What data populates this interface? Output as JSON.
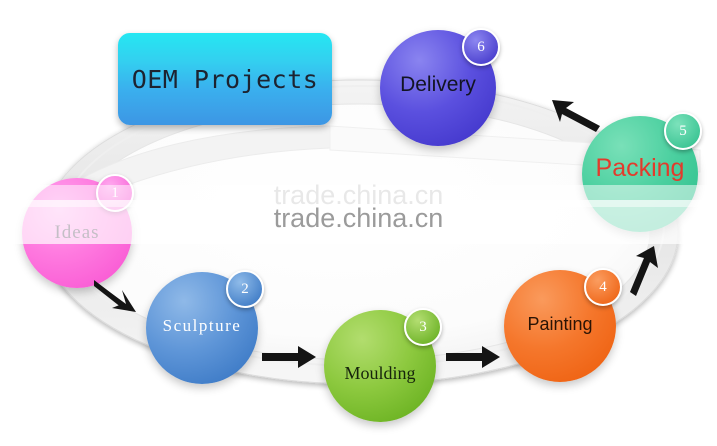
{
  "banner": {
    "label": "OEM Projects"
  },
  "watermark": {
    "text": "trade.china.cn"
  },
  "nodes": [
    {
      "id": "ideas",
      "label": "Ideas",
      "badge": "1",
      "color": "#f74fd0"
    },
    {
      "id": "sculpture",
      "label": "Sculpture",
      "badge": "2",
      "color": "#2f6fbf"
    },
    {
      "id": "moulding",
      "label": "Moulding",
      "badge": "3",
      "color": "#5da916"
    },
    {
      "id": "painting",
      "label": "Painting",
      "badge": "4",
      "color": "#ec5a08"
    },
    {
      "id": "packing",
      "label": "Packing",
      "badge": "5",
      "color": "#2bbd8a"
    },
    {
      "id": "delivery",
      "label": "Delivery",
      "badge": "6",
      "color": "#3a2ec5"
    }
  ],
  "arrows": [
    {
      "id": "ideas-to-sculpture",
      "direction": "down-right"
    },
    {
      "id": "sculpture-to-moulding",
      "direction": "right"
    },
    {
      "id": "moulding-to-painting",
      "direction": "right"
    },
    {
      "id": "painting-to-packing",
      "direction": "up-right"
    },
    {
      "id": "packing-to-delivery",
      "direction": "up-left"
    }
  ],
  "colors": {
    "background": "#ffffff",
    "track": "#e9e9e9",
    "banner_start": "#25e7f2",
    "banner_end": "#3d96e4",
    "watermark": "#9b9b9b"
  }
}
